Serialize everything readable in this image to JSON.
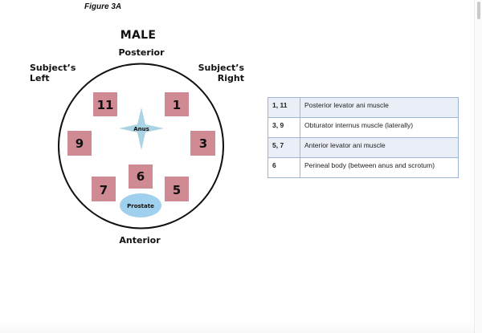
{
  "figure_label": "Figure 3A",
  "diagram": {
    "title": "MALE",
    "orientation": {
      "top": "Posterior",
      "bottom": "Anterior",
      "left": "Subject’s\nLeft",
      "left_line1": "Subject’s",
      "left_line2": "Left",
      "right_line1": "Subject’s",
      "right_line2": "Right"
    },
    "positions": [
      "11",
      "1",
      "9",
      "3",
      "6",
      "7",
      "5"
    ],
    "landmarks": {
      "anus": "Anus",
      "prostate": "Prostate"
    },
    "colors": {
      "box_fill": "#cf8a93",
      "anus_fill": "#aad3e3",
      "prostate_fill": "#9fd0ee",
      "circle_stroke": "#111111"
    }
  },
  "key_table": {
    "rows": [
      {
        "positions": "1, 11",
        "description": "Posterior levator ani muscle"
      },
      {
        "positions": "3, 9",
        "description": "Obturator internus muscle (laterally)"
      },
      {
        "positions": "5, 7",
        "description": "Anterior levator ani muscle"
      },
      {
        "positions": "6",
        "description": "Perineal body (between anus and scrotum)"
      }
    ],
    "border_color": "#9fb6d6",
    "shade_color": "#eaeef6"
  }
}
